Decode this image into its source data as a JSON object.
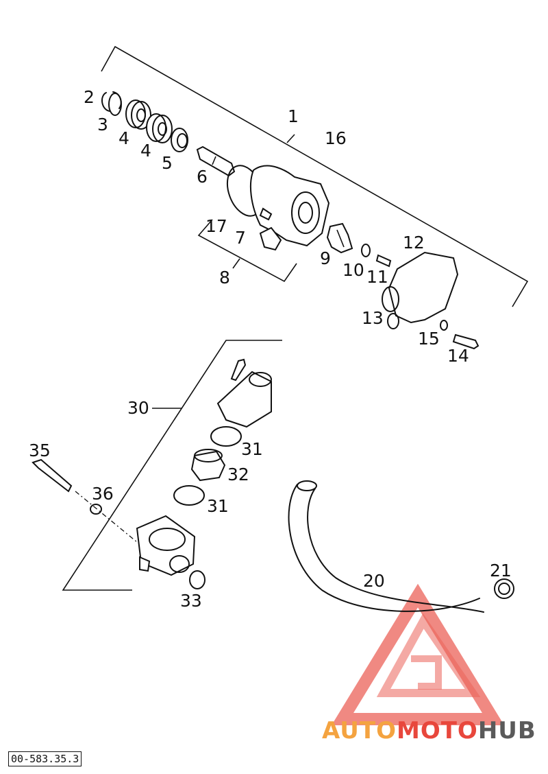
{
  "diagram": {
    "callouts": {
      "c1": "1",
      "c2": "2",
      "c3": "3",
      "c4a": "4",
      "c4b": "4",
      "c5": "5",
      "c6": "6",
      "c7": "7",
      "c8": "8",
      "c9": "9",
      "c10": "10",
      "c11": "11",
      "c12": "12",
      "c13": "13",
      "c14": "14",
      "c15": "15",
      "c16": "16",
      "c17": "17",
      "c20": "20",
      "c21": "21",
      "c30": "30",
      "c31a": "31",
      "c31b": "31",
      "c32": "32",
      "c33": "33",
      "c35": "35",
      "c36": "36"
    },
    "part_code": "00-583.35.3"
  },
  "watermark": {
    "brand_part1": "AUTO",
    "brand_part2": "MOTO",
    "brand_part3": "HUB",
    "colors": {
      "orange": "#F4A340",
      "red": "#E8473C",
      "gray": "#5A5A5A"
    }
  }
}
